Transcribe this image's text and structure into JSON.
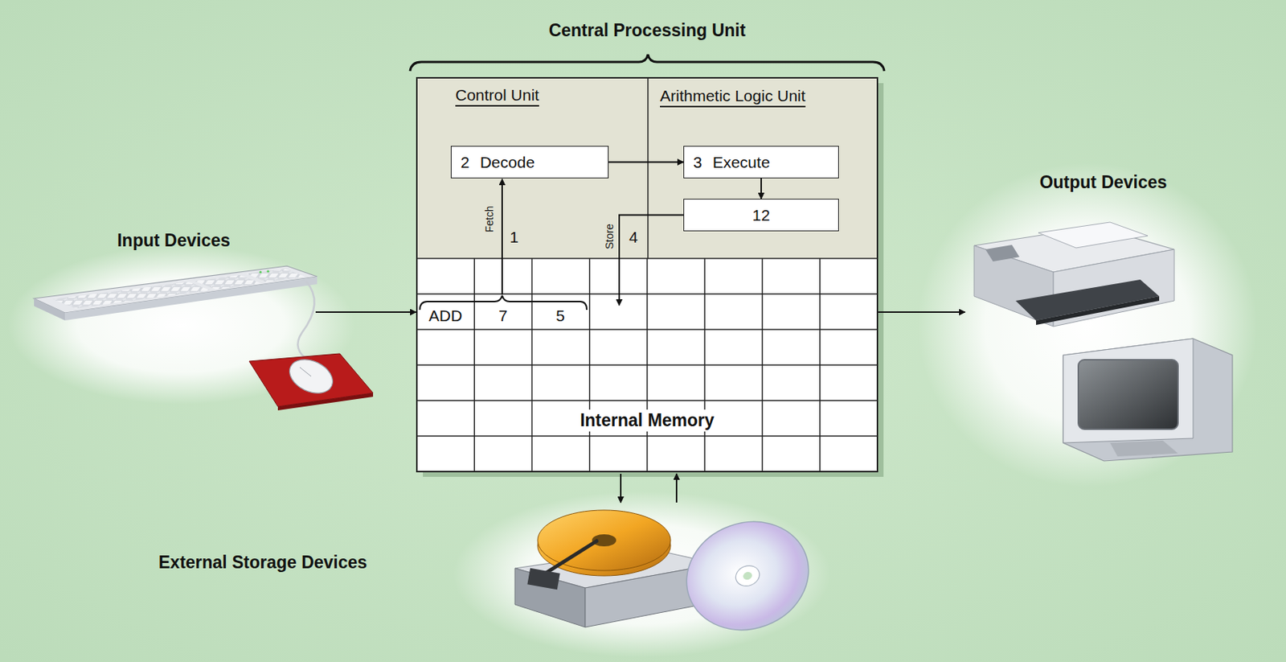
{
  "diagram": {
    "nodes": [
      {
        "text": [
          "Central Processing Unit"
        ]
      },
      {
        "text": [
          "Control Unit"
        ],
        "in": 0
      },
      {
        "text": [
          "Arithmetic Logic Unit"
        ],
        "in": 0
      },
      {
        "text": [
          "2",
          "Decode"
        ],
        "in": 1
      },
      {
        "text": [
          "3",
          "Execute"
        ],
        "in": 2
      },
      {
        "text": [
          "12"
        ],
        "in": 2
      },
      {
        "text": [
          "Internal Memory"
        ],
        "in": 0
      },
      {
        "text": [
          "ADD"
        ],
        "in": 6
      },
      {
        "text": [
          "7"
        ],
        "in": 6
      },
      {
        "text": [
          "5"
        ],
        "in": 6
      },
      {
        "text": [
          "Input Devices"
        ]
      },
      {
        "text": [
          "Output Devices"
        ]
      },
      {
        "text": [
          "External Storage Devices"
        ]
      }
    ],
    "edges": [
      {
        "from": 10,
        "to": 6,
        "arrow": "to"
      },
      {
        "from": 6,
        "to": 11,
        "arrow": "to"
      },
      {
        "from": 6,
        "to": 12,
        "arrow": "to"
      },
      {
        "from": 12,
        "to": 6,
        "arrow": "to"
      },
      {
        "from": 8,
        "to": 3,
        "label": "Fetch",
        "arrow": "to"
      },
      {
        "from": 3,
        "to": 4,
        "arrow": "to"
      },
      {
        "from": 4,
        "to": 5,
        "arrow": "to"
      },
      {
        "from": 5,
        "to": 6,
        "label": "Store",
        "arrow": "to"
      }
    ],
    "labels": [
      "1",
      "4"
    ]
  }
}
